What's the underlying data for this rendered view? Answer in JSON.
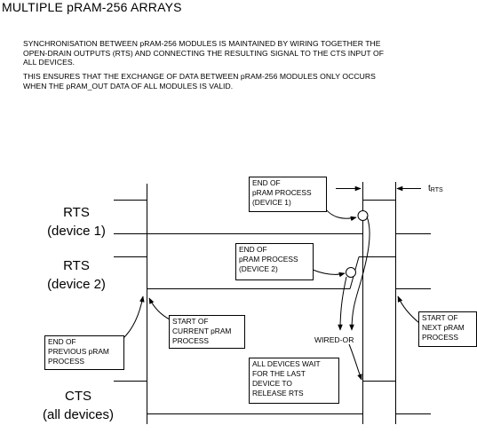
{
  "title": "MULTIPLE pRAM-256 ARRAYS",
  "paragraphs": {
    "p1": [
      "SYNCHRONISATION BETWEEN pRAM-256 MODULES IS MAINTAINED BY WIRING TOGETHER THE",
      "OPEN-DRAIN OUTPUTS (RTS) AND CONNECTING THE RESULTING SIGNAL TO THE CTS INPUT OF",
      "ALL DEVICES."
    ],
    "p2": [
      "THIS ENSURES THAT THE EXCHANGE OF DATA BETWEEN pRAM-256 MODULES ONLY OCCURS",
      "WHEN THE pRAM_OUT DATA OF ALL MODULES IS VALID."
    ]
  },
  "signals": {
    "rts1": [
      "RTS",
      "(device 1)"
    ],
    "rts2": [
      "RTS",
      "(device 2)"
    ],
    "cts": [
      "CTS",
      "(all devices)"
    ]
  },
  "annotations": {
    "end_device1": [
      "END OF",
      "pRAM PROCESS",
      "(DEVICE 1)"
    ],
    "end_device2": [
      "END OF",
      "pRAM PROCESS",
      "(DEVICE 2)"
    ],
    "start_current": [
      "START OF",
      "CURRENT pRAM",
      "PROCESS"
    ],
    "end_previous": [
      "END OF",
      "PREVIOUS pRAM",
      "PROCESS"
    ],
    "start_next": [
      "START OF",
      "NEXT pRAM",
      "PROCESS"
    ],
    "all_wait": [
      "ALL DEVICES WAIT",
      "FOR THE LAST",
      "DEVICE TO",
      "RELEASE RTS"
    ],
    "wired_or": "WIRED-OR",
    "t_rts_main": "t",
    "t_rts_sub": "RTS"
  }
}
